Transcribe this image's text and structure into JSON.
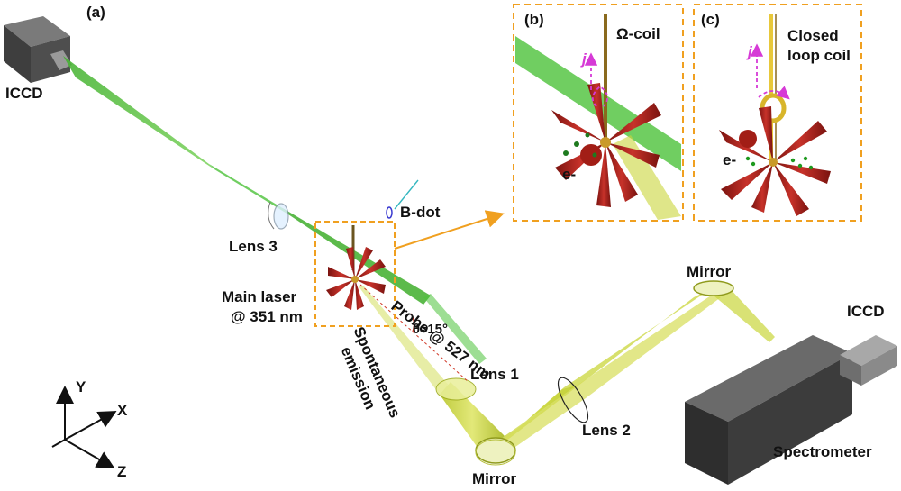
{
  "panel_labels": {
    "a": "(a)",
    "b": "(b)",
    "c": "(c)"
  },
  "labels": {
    "iccd_left": "ICCD",
    "iccd_right": "ICCD",
    "lens3": "Lens 3",
    "bdot": "B-dot",
    "main_laser_l1": "Main laser",
    "main_laser_l2": "@ 351 nm",
    "probe": "Probe @ 527 nm",
    "theta": "θ≈15°",
    "spont_l1": "Spontaneous",
    "spont_l2": "emission",
    "lens1": "Lens 1",
    "lens2": "Lens 2",
    "mirror_top": "Mirror",
    "mirror_bottom": "Mirror",
    "spectrometer": "Spectrometer",
    "omega_coil": "Ω-coil",
    "closed_l1": "Closed",
    "closed_l2": "loop coil",
    "electron_b": "e-",
    "electron_c": "e-",
    "current_b": "j",
    "current_c": "j"
  },
  "axes": {
    "y": "Y",
    "x": "X",
    "z": "Z"
  },
  "colors": {
    "probe_green": "#4cc23a",
    "emission_yellow": "#c9d63a",
    "cone_red": "#b0231c",
    "inset_border": "#f0a020",
    "current_arrow": "#d63ad6",
    "box_gray": "#5a5a5a"
  }
}
